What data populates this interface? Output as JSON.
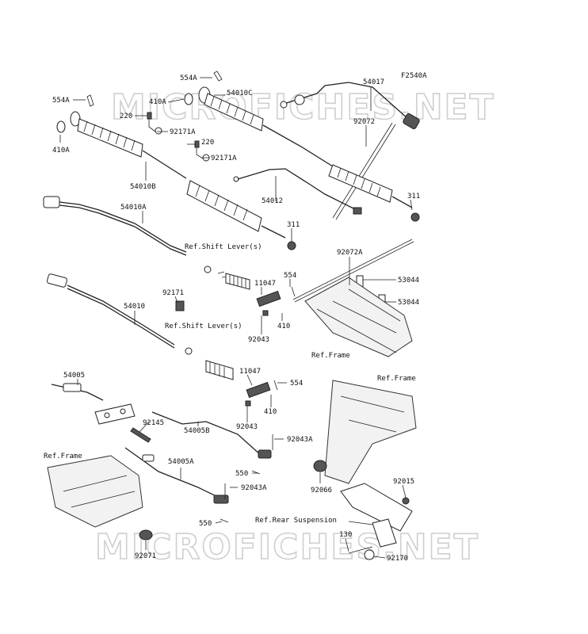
{
  "figure_code": "F2540A",
  "watermark": "MICROFICHES.NET",
  "refs": {
    "shift_lever_1": "Ref.Shift Lever(s)",
    "shift_lever_2": "Ref.Shift Lever(s)",
    "frame_1": "Ref.Frame",
    "frame_2": "Ref.Frame",
    "frame_3": "Ref.Frame",
    "rear_suspension": "Ref.Rear Suspension"
  },
  "labels": {
    "p554A_top": "554A",
    "p554A_left": "554A",
    "p410A_top": "410A",
    "p410A_left": "410A",
    "p54010C": "54010C",
    "p54017": "54017",
    "p92072": "92072",
    "p220_a": "220",
    "p92171A_a": "92171A",
    "p220_b": "220",
    "p92171A_b": "92171A",
    "p54010B": "54010B",
    "p54012": "54012",
    "p311_a": "311",
    "p54010A": "54010A",
    "p311_b": "311",
    "p92072A": "92072A",
    "p554_a": "554",
    "p11047_a": "11047",
    "p53044_a": "53044",
    "p53044_b": "53044",
    "p92171": "92171",
    "p54010": "54010",
    "p410_a": "410",
    "p92043_a": "92043",
    "p11047_b": "11047",
    "p554_b": "554",
    "p54005": "54005",
    "p410_b": "410",
    "p92145": "92145",
    "p92043_b": "92043",
    "p54005B": "54005B",
    "p92043A_a": "92043A",
    "p54005A": "54005A",
    "p550_a": "550",
    "p92066": "92066",
    "p92043A_b": "92043A",
    "p92015": "92015",
    "p550_b": "550",
    "p130": "130",
    "p92071": "92071",
    "p92170": "92170"
  }
}
